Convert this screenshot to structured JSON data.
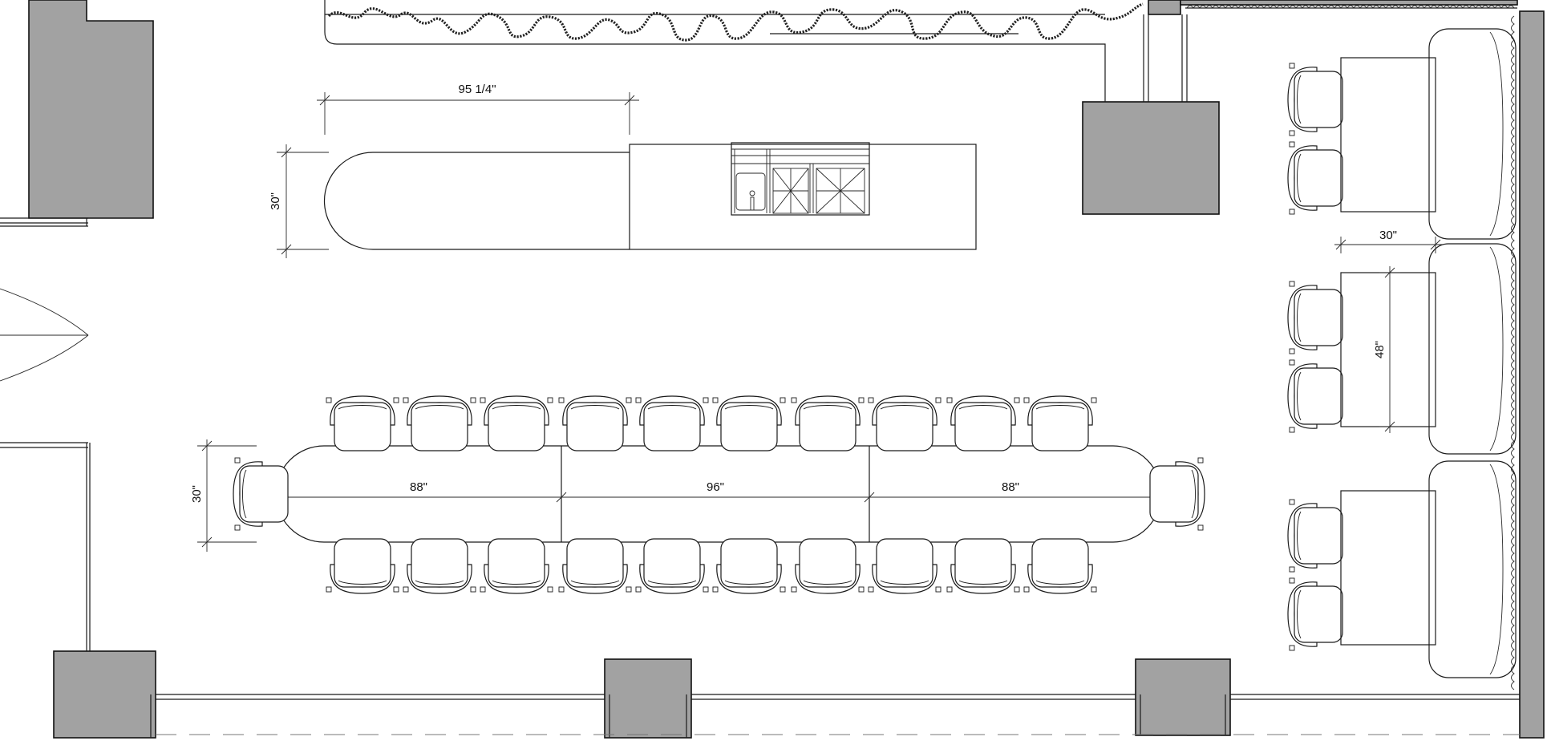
{
  "plan": {
    "dimensions": {
      "counter_length": "95 1/4\"",
      "counter_depth": "30\"",
      "table_depth": "30\"",
      "table_segment_left": "88\"",
      "table_segment_middle": "96\"",
      "table_segment_right": "88\"",
      "booth_table_depth": "30\"",
      "booth_table_width": "48\""
    },
    "colors": {
      "column_fill": "#a2a2a2",
      "line": "#1a1a1a"
    }
  }
}
